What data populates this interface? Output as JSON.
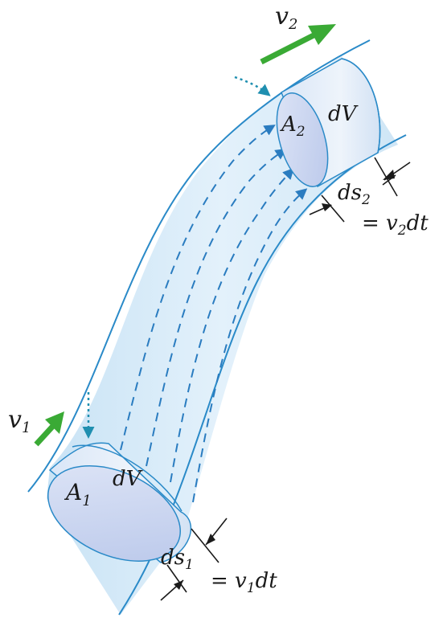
{
  "diagram": {
    "labels": {
      "v1": {
        "main": "v",
        "sub": "1"
      },
      "v2": {
        "main": "v",
        "sub": "2"
      },
      "a1": {
        "main": "A",
        "sub": "1"
      },
      "a2": {
        "main": "A",
        "sub": "2"
      },
      "dv_bottom": "dV",
      "dv_top": "dV",
      "ds1": {
        "main": "ds",
        "sub": "1"
      },
      "ds2": {
        "main": "ds",
        "sub": "2"
      },
      "eq1": {
        "prefix": "= v",
        "sub": "1",
        "suffix": "dt"
      },
      "eq2": {
        "prefix": "= v",
        "sub": "2",
        "suffix": "dt"
      }
    },
    "colors": {
      "tube_fill": "#dcedf8",
      "tube_stroke": "#2a8ac8",
      "disk_fill": "#cbd6f0",
      "velocity_arrow": "#3aaa35",
      "streamline": "#2a7cc0",
      "dotted_pointer": "#1f8fb0",
      "dimension_arrow": "#1a1a1a"
    }
  }
}
